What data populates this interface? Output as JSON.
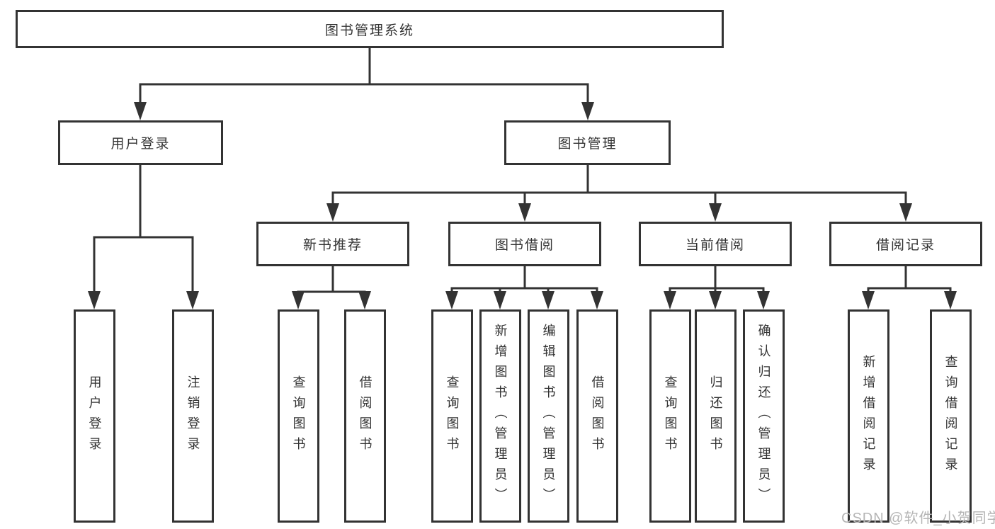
{
  "colors": {
    "line": "#333333",
    "text": "#333333",
    "box-bg": "#ffffff",
    "page-bg": "#ffffff",
    "watermark": "#b5b5b5"
  },
  "tree": {
    "root": {
      "label": "图书管理系统",
      "children": [
        {
          "label": "用户登录",
          "children": [
            {
              "label": "用户登录"
            },
            {
              "label": "注销登录"
            }
          ]
        },
        {
          "label": "图书管理",
          "children": [
            {
              "label": "新书推荐",
              "children": [
                {
                  "label": "查询图书"
                },
                {
                  "label": "借阅图书"
                }
              ]
            },
            {
              "label": "图书借阅",
              "children": [
                {
                  "label": "查询图书"
                },
                {
                  "label": "新增图书（管理员）"
                },
                {
                  "label": "编辑图书（管理员）"
                },
                {
                  "label": "借阅图书"
                }
              ]
            },
            {
              "label": "当前借阅",
              "children": [
                {
                  "label": "查询图书"
                },
                {
                  "label": "归还图书"
                },
                {
                  "label": "确认归还（管理员）"
                }
              ]
            },
            {
              "label": "借阅记录",
              "children": [
                {
                  "label": "新增借阅记录"
                },
                {
                  "label": "查询借阅记录"
                }
              ]
            }
          ]
        }
      ]
    }
  },
  "watermark": {
    "text": "CSDN @软件_小贺同学"
  }
}
